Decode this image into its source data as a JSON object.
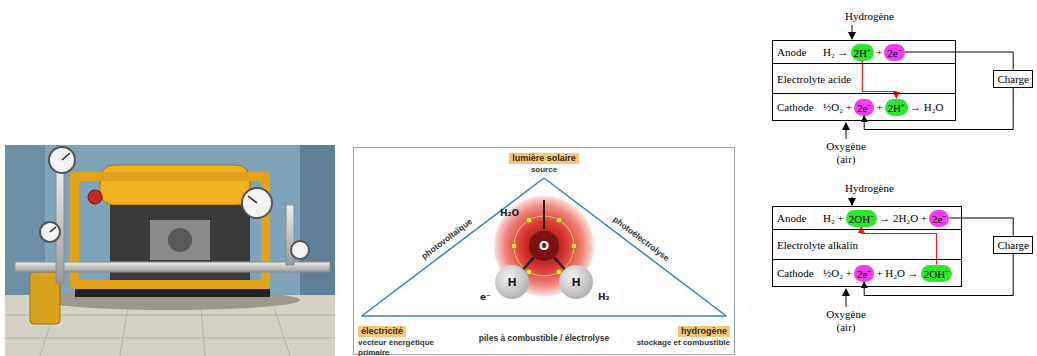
{
  "diagram": {
    "nodes": [
      {
        "text": [
          "lumière solaire",
          "source"
        ]
      },
      {
        "text": [
          "électricité",
          "vecteur énergétique primaire"
        ]
      },
      {
        "text": [
          "hydrogène",
          "stockage et combustible"
        ]
      },
      {
        "text": [
          "O"
        ]
      },
      {
        "text": [
          "H"
        ]
      },
      {
        "text": [
          "H"
        ]
      },
      {
        "text": [
          "Anode",
          "H₂ →",
          "+"
        ]
      },
      {
        "text": [
          "2H⁺"
        ],
        "in": 6
      },
      {
        "text": [
          "2e⁻"
        ],
        "in": 6
      },
      {
        "text": [
          "Electrolyte acide"
        ]
      },
      {
        "text": [
          "Cathode",
          "½O₂ +",
          "+",
          "→ H₂O"
        ]
      },
      {
        "text": [
          "2e⁻"
        ],
        "in": 10
      },
      {
        "text": [
          "2H⁺"
        ],
        "in": 10
      },
      {
        "text": [
          "Charge"
        ]
      },
      {
        "text": [
          "Anode",
          "H₂ +",
          "→ 2H₂O +"
        ]
      },
      {
        "text": [
          "2OH⁻"
        ],
        "in": 14
      },
      {
        "text": [
          "2e⁻"
        ],
        "in": 14
      },
      {
        "text": [
          "Electrolyte alkalin"
        ]
      },
      {
        "text": [
          "Cathode",
          "½O₂ +",
          "+ H₂O →"
        ]
      },
      {
        "text": [
          "2e⁻"
        ],
        "in": 18
      },
      {
        "text": [
          "2OH⁻"
        ],
        "in": 18
      },
      {
        "text": [
          "Charge"
        ]
      }
    ],
    "edges": [
      {
        "from": 0,
        "to": 1,
        "label": "photovoltaïque",
        "arrow": "none"
      },
      {
        "from": 0,
        "to": 2,
        "label": "photoélectrolyse",
        "arrow": "none"
      },
      {
        "from": 1,
        "to": 2,
        "label": "piles à combustible / électrolyse",
        "arrow": "none"
      },
      {
        "from": 3,
        "to": 4,
        "arrow": "none"
      },
      {
        "from": 3,
        "to": 5,
        "arrow": "none"
      },
      {
        "from": 7,
        "to": 12,
        "arrow": "to"
      },
      {
        "from": 8,
        "to": 13,
        "arrow": "none"
      },
      {
        "from": 13,
        "to": 11,
        "arrow": "to"
      },
      {
        "from": 20,
        "to": 15,
        "arrow": "to"
      },
      {
        "from": 16,
        "to": 21,
        "arrow": "none"
      },
      {
        "from": 21,
        "to": 19,
        "arrow": "to"
      }
    ],
    "labels": [
      "H₂O",
      "e⁻",
      "H₂",
      "Hydrogène",
      "Oxygène (air)",
      "Hydrogène",
      "Oxygène (air)"
    ]
  }
}
